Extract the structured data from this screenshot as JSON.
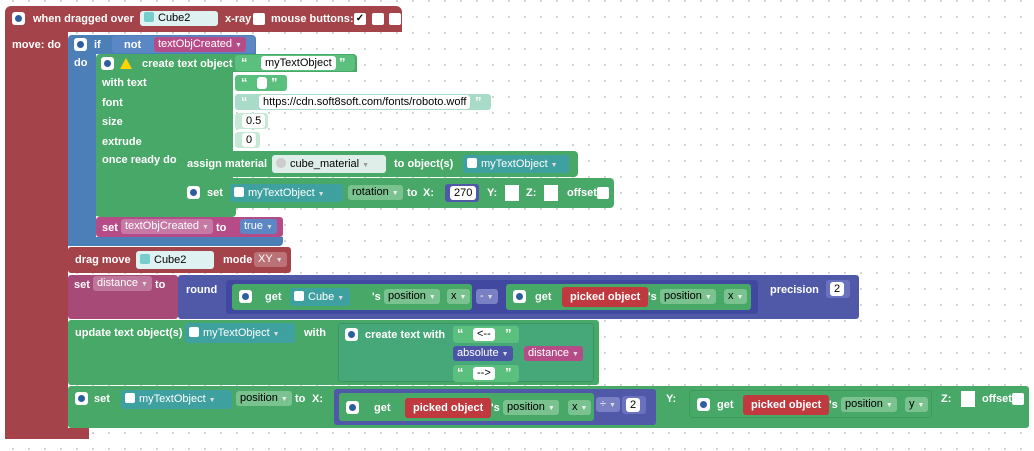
{
  "event": {
    "label": "when dragged over",
    "object": "Cube2",
    "xray": "x-ray",
    "mouse_buttons": "mouse buttons:",
    "checked_mark": "✓"
  },
  "move_do": "move: do",
  "if_block": {
    "if": "if",
    "not": "not",
    "var": "textObjCreated",
    "do": "do"
  },
  "create_text": {
    "label": "create text object",
    "name": "myTextObject",
    "with_text": "with text",
    "font": "font",
    "font_url": "https://cdn.soft8soft.com/fonts/roboto.woff",
    "size": "size",
    "size_val": "0.5",
    "extrude": "extrude",
    "extrude_val": "0",
    "once_ready": "once ready do"
  },
  "assign_material": {
    "label": "assign material",
    "material": "cube_material",
    "to_objects": "to object(s)",
    "object": "myTextObject"
  },
  "set_rotation": {
    "set": "set",
    "object": "myTextObject",
    "prop": "rotation",
    "to": "to",
    "x": "X:",
    "x_val": "270",
    "y": "Y:",
    "z": "Z:",
    "offset": "offset"
  },
  "set_var": {
    "set": "set",
    "var": "textObjCreated",
    "to": "to",
    "val": "true"
  },
  "drag_move": {
    "label": "drag move",
    "object": "Cube2",
    "mode": "mode",
    "mode_val": "XY"
  },
  "set_distance": {
    "set": "set",
    "var": "distance",
    "to": "to",
    "round": "round",
    "get": "get",
    "object": "Cube",
    "s_position": "'s position",
    "x": "x",
    "minus": "-",
    "picked": "picked object",
    "precision": "precision",
    "precision_val": "2"
  },
  "update_text": {
    "label": "update text object(s)",
    "object": "myTextObject",
    "with": "with",
    "create_text_with": "create text with",
    "str1": "<--",
    "absolute": "absolute",
    "distance": "distance",
    "str2": "-->"
  },
  "set_position": {
    "set": "set",
    "object": "myTextObject",
    "prop": "position",
    "to": "to",
    "x": "X:",
    "get": "get",
    "picked": "picked object",
    "s_position": "'s position",
    "xcoord": "x",
    "div": "÷",
    "div_val": "2",
    "y": "Y:",
    "ycoord": "y",
    "z": "Z:",
    "offset": "offset"
  }
}
